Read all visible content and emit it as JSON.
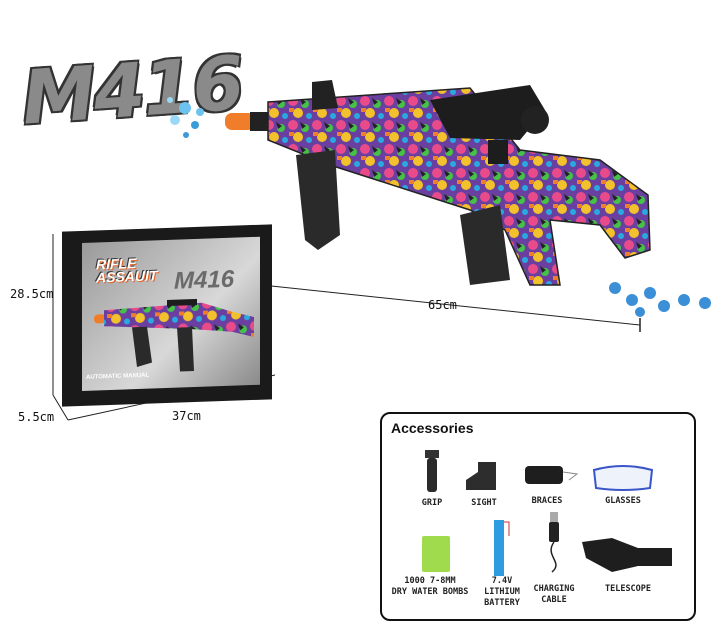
{
  "product": {
    "model_logo": "M416",
    "colors": {
      "accent_orange": "#f07d2a",
      "bead_blue": "#3b8fd6",
      "box_dark": "#1a1a1a"
    }
  },
  "dimensions": {
    "gun_length": "65cm",
    "box_height": "28.5cm",
    "box_depth": "5.5cm",
    "box_width": "37cm"
  },
  "box": {
    "title_line1": "RIFLE",
    "title_line2": "ASSAUIT",
    "model": "M416",
    "mode_text": "AUTOMATIC MANUAL"
  },
  "accessories": {
    "heading": "Accessories",
    "items": [
      {
        "label": "GRIP",
        "icon": "grip-icon"
      },
      {
        "label": "SIGHT",
        "icon": "sight-icon"
      },
      {
        "label": "BRACES",
        "icon": "strap-icon"
      },
      {
        "label": "GLASSES",
        "icon": "goggles-icon"
      },
      {
        "label": "1000 7-8MM\nDRY WATER BOMBS",
        "icon": "gel-bead-pack-icon"
      },
      {
        "label": "7.4V\nLITHIUM\nBATTERY",
        "icon": "battery-icon"
      },
      {
        "label": "CHARGING\nCABLE",
        "icon": "usb-cable-icon"
      },
      {
        "label": "TELESCOPE",
        "icon": "scope-icon"
      }
    ]
  }
}
